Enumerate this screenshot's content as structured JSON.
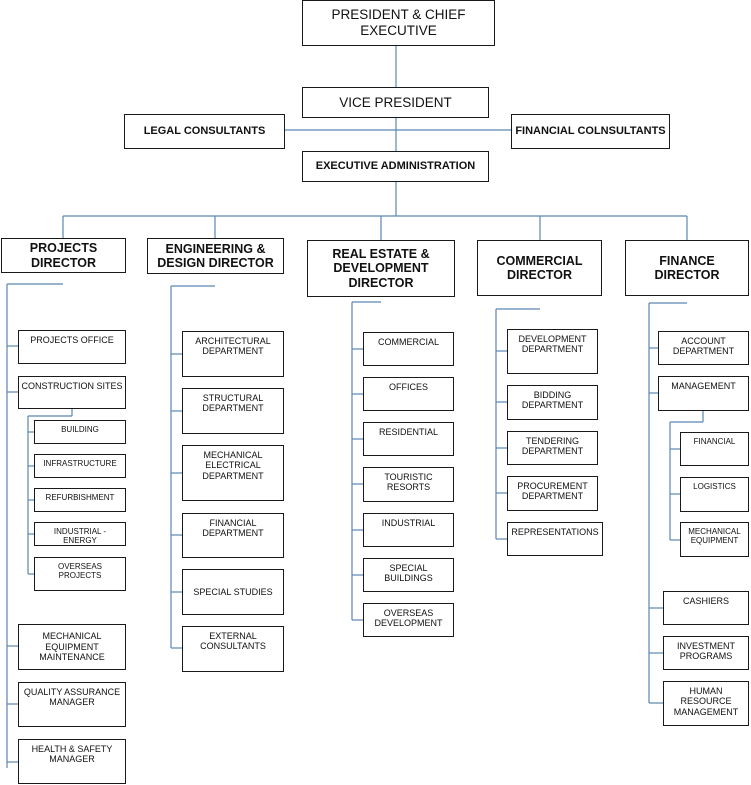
{
  "colors": {
    "connector": "#5b87b5",
    "border": "#1a1a1a",
    "text": "#111111"
  },
  "top": {
    "president": "PRESIDENT & CHIEF\nEXECUTIVE",
    "vice_president": "VICE PRESIDENT",
    "legal": "LEGAL CONSULTANTS",
    "financial_consultants": "FINANCIAL COLNSULTANTS",
    "executive_admin": "EXECUTIVE ADMINISTRATION"
  },
  "directors": {
    "projects": "PROJECTS\nDIRECTOR",
    "engineering": "ENGINEERING &\nDESIGN  DIRECTOR",
    "real_estate": "REAL ESTATE &\nDEVELOPMENT\nDIRECTOR",
    "commercial": "COMMERCIAL\nDIRECTOR",
    "finance": "FINANCE\nDIRECTOR"
  },
  "projects": {
    "office": "PROJECTS OFFICE",
    "construction": "CONSTRUCTION SITES",
    "building": "BUILDING",
    "infrastructure": "INFRASTRUCTURE",
    "refurbishment": "REFURBISHMENT",
    "industrial": "INDUSTRIAL - ENERGY",
    "overseas": "OVERSEAS PROJECTS",
    "mech_maint": "MECHANICAL\nEQUIPMENT\nMAINTENANCE",
    "qa": "QUALITY ASSURANCE\nMANAGER",
    "hs": "HEALTH & SAFETY\nMANAGER"
  },
  "engineering": {
    "arch": "ARCHITECTURAL\nDEPARTMENT",
    "struct": "STRUCTURAL\nDEPARTMENT",
    "mech": "MECHANICAL\nELECTRICAL\nDEPARTMENT",
    "fin": "FINANCIAL\nDEPARTMENT",
    "special": "SPECIAL STUDIES",
    "external": "EXTERNAL\nCONSULTANTS"
  },
  "real_estate": {
    "commercial": "COMMERCIAL",
    "offices": "OFFICES",
    "residential": "RESIDENTIAL",
    "touristic": "TOURISTIC\nRESORTS",
    "industrial": "INDUSTRIAL",
    "special": "SPECIAL\nBUILDINGS",
    "overseas": "OVERSEAS\nDEVELOPMENT"
  },
  "commercial": {
    "development": "DEVELOPMENT\nDEPARTMENT",
    "bidding": "BIDDING\nDEPARTMENT",
    "tendering": "TENDERING\nDEPARTMENT",
    "procurement": "PROCUREMENT\nDEPARTMENT",
    "representations": "REPRESENTATIONS"
  },
  "finance": {
    "account": "ACCOUNT\nDEPARTMENT",
    "management": "MANAGEMENT",
    "financial": "FINANCIAL",
    "logistics": "LOGISTICS",
    "mech_equip": "MECHANICAL\nEQUIPMENT",
    "cashiers": "CASHIERS",
    "investment": "INVESTMENT\nPROGRAMS",
    "hr": "HUMAN\nRESOURCE\nMANAGEMENT"
  }
}
